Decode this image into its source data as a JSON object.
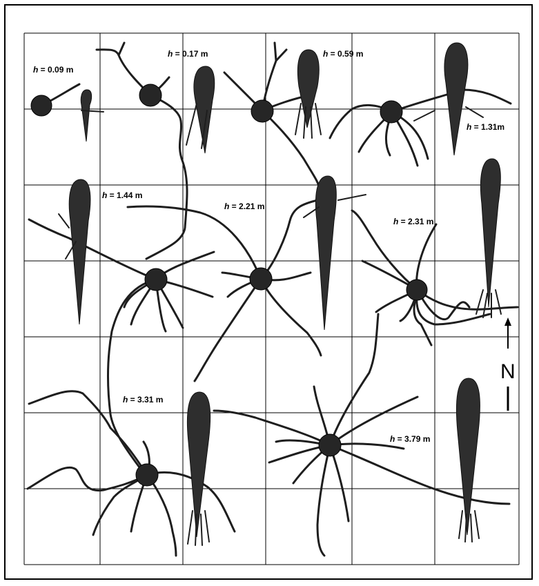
{
  "title": "",
  "heights": [
    {
      "id": "p1",
      "label": "h = 0.09 m",
      "value": 0.09
    },
    {
      "id": "p2",
      "label": "h = 0.17 m",
      "value": 0.17
    },
    {
      "id": "p3",
      "label": "h = 0.59 m",
      "value": 0.59
    },
    {
      "id": "p4",
      "label": "h = 1.31m",
      "value": 1.31
    },
    {
      "id": "p5",
      "label": "h = 1.44 m",
      "value": 1.44
    },
    {
      "id": "p6",
      "label": "h = 2.21 m",
      "value": 2.21
    },
    {
      "id": "p7",
      "label": "h = 2.31 m",
      "value": 2.31
    },
    {
      "id": "p8",
      "label": "h = 3.31 m",
      "value": 3.31
    },
    {
      "id": "p9",
      "label": "h = 3.79 m",
      "value": 3.79
    }
  ],
  "north_label": "N",
  "colors": {
    "ink": "#1e1e1e",
    "grid": "#000000",
    "background": "#ffffff"
  },
  "icons": {
    "north": "north-arrow-icon"
  }
}
